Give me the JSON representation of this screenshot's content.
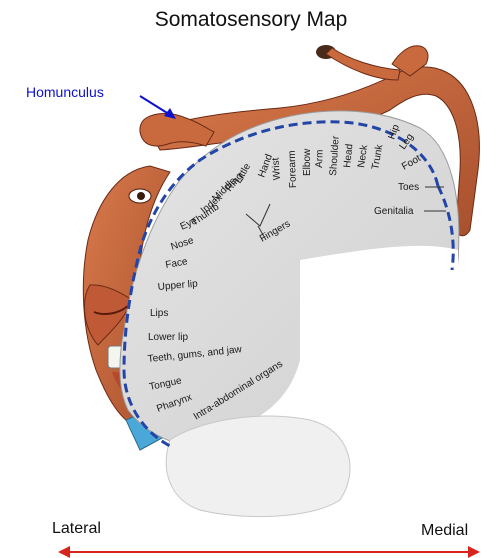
{
  "title": "Somatosensory Map",
  "homunculus_label": "Homunculus",
  "lateral_label": "Lateral",
  "medial_label": "Medial",
  "fingers_label": "Fingers",
  "colors": {
    "arrow": "#d9241c",
    "pointer": "#1010d0",
    "cortex_tick": "#2345a8",
    "skin": "#c4683f"
  },
  "body_parts": [
    "Genitalia",
    "Toes",
    "Foot",
    "Leg",
    "Hip",
    "Trunk",
    "Neck",
    "Head",
    "Shoulder",
    "Arm",
    "Elbow",
    "Forearm",
    "Wrist",
    "Hand",
    "Little",
    "Ring",
    "Middle",
    "Index",
    "Thumb",
    "Eye",
    "Nose",
    "Face",
    "Upper lip",
    "Lips",
    "Lower lip",
    "Teeth, gums, and jaw",
    "Tongue",
    "Pharynx",
    "Intra-abdominal organs"
  ]
}
